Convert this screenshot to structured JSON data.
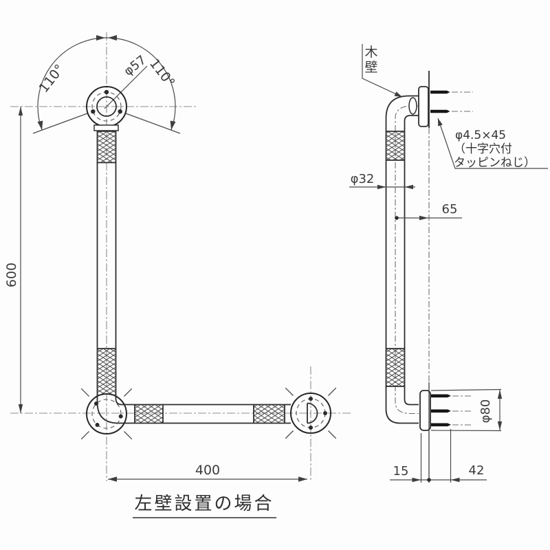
{
  "drawing": {
    "caption": "左壁設置の場合",
    "front_view": {
      "height_dim": "600",
      "width_dim": "400",
      "angle_left": "110°",
      "angle_right": "110°",
      "flange_diameter": "φ57"
    },
    "side_view": {
      "wall_type_label": "木壁",
      "screw_spec": [
        "φ4.5×45",
        "（十字穴付",
        "タッピンねじ）"
      ],
      "pipe_diameter": "φ32",
      "wall_offset_dim": "65",
      "flange_diameter": "φ80",
      "flange_offset_dim": "15",
      "screw_depth_dim": "42"
    }
  }
}
